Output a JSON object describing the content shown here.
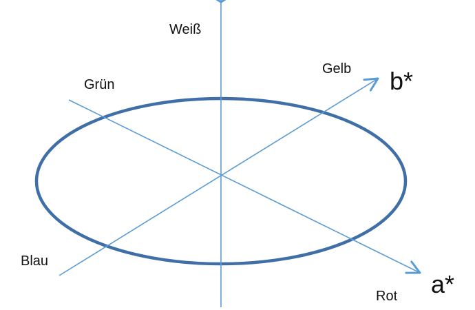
{
  "labels": {
    "white": "Weiß",
    "green": "Grün",
    "yellow": "Gelb",
    "b_axis": "b*",
    "blue": "Blau",
    "red": "Rot",
    "a_axis": "a*"
  },
  "colors": {
    "axis_line": "#5b9bd5",
    "ellipse_stroke": "#3f6fa6",
    "text": "#111111"
  }
}
